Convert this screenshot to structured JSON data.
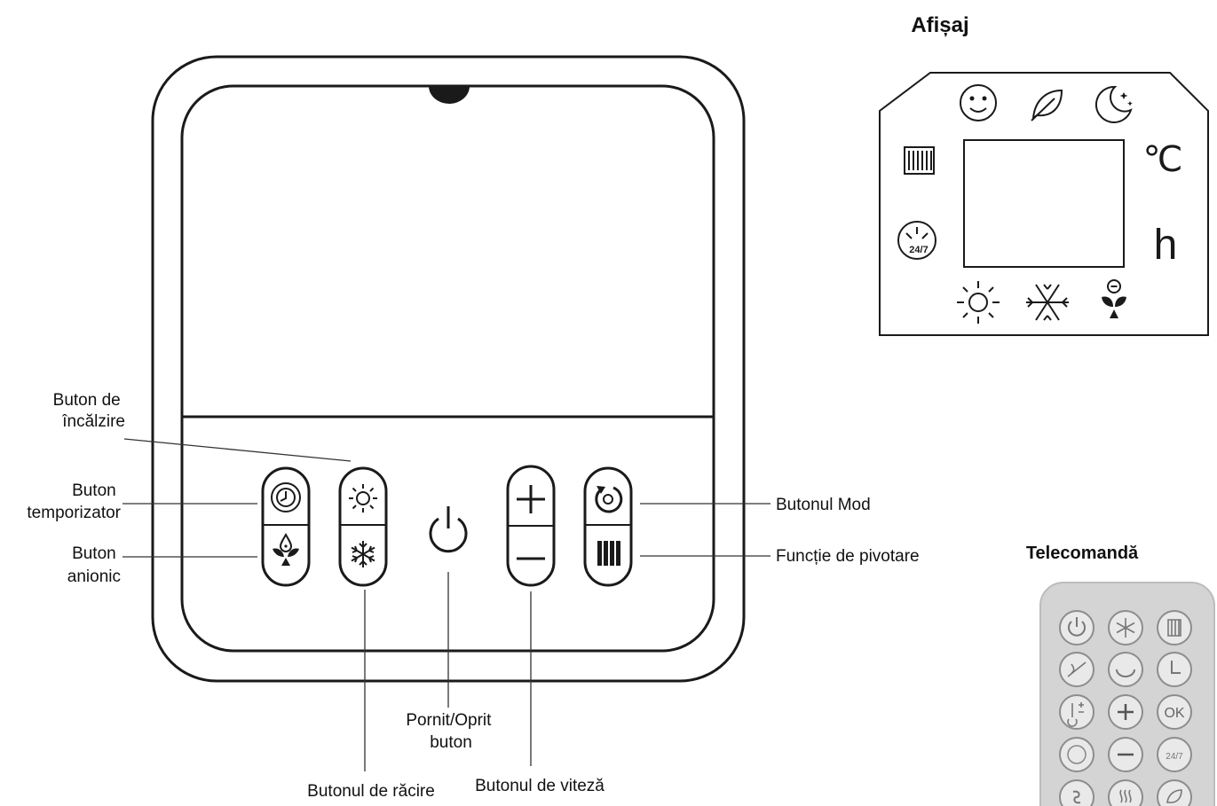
{
  "labels": {
    "heat_button": [
      "Buton de",
      "încălzire"
    ],
    "timer_button": [
      "Buton",
      "temporizator"
    ],
    "anion_button": [
      "Buton",
      "anionic"
    ],
    "mode_button": "Butonul Mod",
    "swing_function": "Funcție de pivotare",
    "power_button": [
      "Pornit/Oprit",
      "buton"
    ],
    "cool_button": "Butonul de răcire",
    "speed_button": "Butonul de viteză"
  },
  "display": {
    "title": "Afișaj",
    "celsius": "℃",
    "hours": "h",
    "schedule_badge": "24/7"
  },
  "remote": {
    "title": "Telecomandă",
    "ok": "OK",
    "badge": "24/7"
  },
  "colors": {
    "outline": "#1a1a1a",
    "remote_body": "#d4d4d4",
    "remote_button": "#e9e9e9"
  }
}
